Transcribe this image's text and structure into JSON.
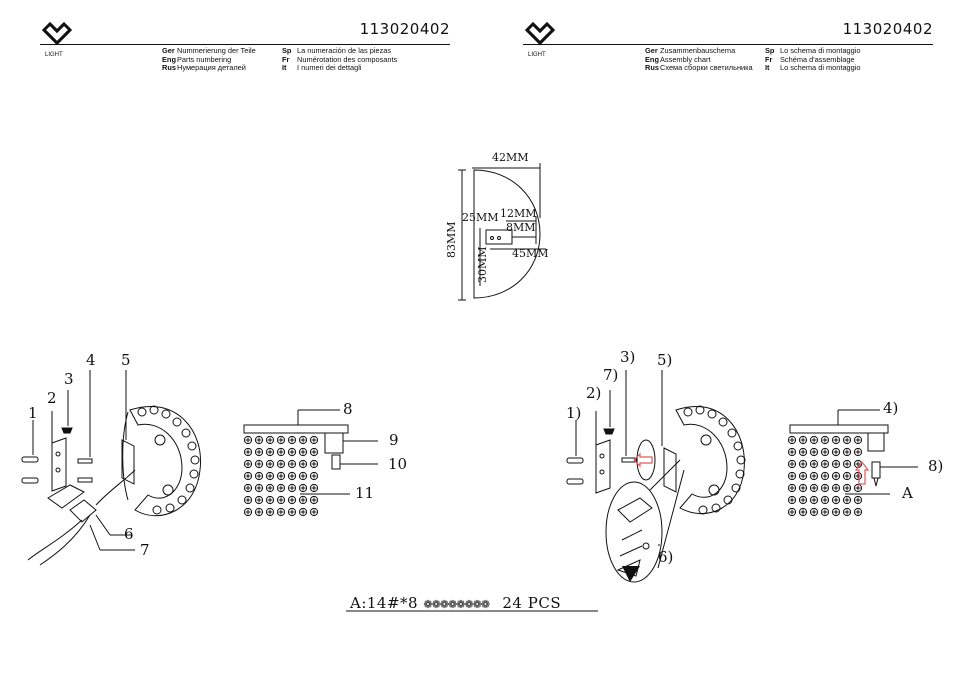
{
  "document_number": "113020402",
  "brand": "LIGHT",
  "left_header": {
    "lines": [
      {
        "code": "Ger",
        "text": "Nummerierung der Teile"
      },
      {
        "code": "Eng",
        "text": "Parts numbering"
      },
      {
        "code": "Rus",
        "text": "Нумерация деталей"
      },
      {
        "code": "Sp",
        "text": "La numeración de las piezas"
      },
      {
        "code": "Fr",
        "text": "Numérotation des composants"
      },
      {
        "code": "It",
        "text": "I numeri dei dettagli"
      }
    ]
  },
  "right_header": {
    "lines": [
      {
        "code": "Ger",
        "text": "Zusammenbauschema"
      },
      {
        "code": "Eng",
        "text": "Assembly chart"
      },
      {
        "code": "Rus",
        "text": "Схема сборки светильника"
      },
      {
        "code": "Sp",
        "text": "Lo schema di montaggio"
      },
      {
        "code": "Fr",
        "text": "Schéma d'assemblage"
      },
      {
        "code": "It",
        "text": "Lo schema di montaggio"
      }
    ]
  },
  "dimensions": {
    "width_top": "42MM",
    "height_total": "83MM",
    "height_upper": "25MM",
    "height_lower": "30MM",
    "depth_a": "12MM",
    "depth_b": "8MM",
    "depth_c": "45MM"
  },
  "left_labels": [
    "1",
    "2",
    "3",
    "4",
    "5",
    "6",
    "7",
    "8",
    "9",
    "10",
    "11"
  ],
  "right_labels": [
    "1)",
    "2)",
    "3)",
    "4)",
    "5)",
    "6)",
    "7)",
    "8)",
    "A"
  ],
  "spec": {
    "label": "A:14#*8",
    "beads": "❁❁❁❁❁❁❁❁",
    "count": "24 PCS"
  },
  "colors": {
    "line": "#111111",
    "arrow": "#e05a5a"
  }
}
